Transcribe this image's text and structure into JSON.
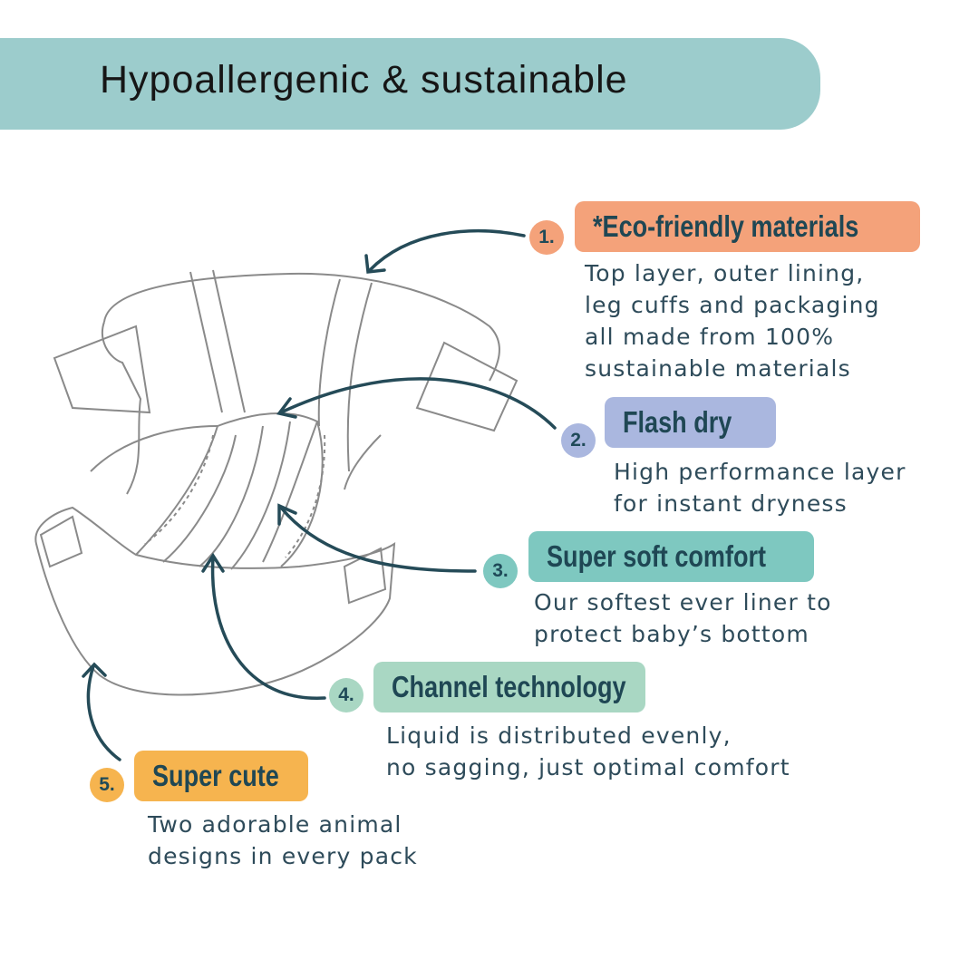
{
  "header": {
    "title": "Hypoallergenic & sustainable"
  },
  "features": [
    {
      "number": "1.",
      "title": "*Eco-friendly materials",
      "color": "#f4a27a",
      "lines": [
        "Top layer, outer lining,",
        "leg cuffs and packaging",
        "all made from 100%",
        "sustainable materials"
      ]
    },
    {
      "number": "2.",
      "title": "Flash dry",
      "color": "#aab7df",
      "lines": [
        "High performance layer",
        "for instant dryness"
      ]
    },
    {
      "number": "3.",
      "title": "Super soft comfort",
      "color": "#7ec8c0",
      "lines": [
        "Our softest ever liner to",
        "protect baby’s bottom"
      ]
    },
    {
      "number": "4.",
      "title": "Channel technology",
      "color": "#a9d7c3",
      "lines": [
        "Liquid is distributed evenly,",
        "no sagging, just optimal comfort"
      ]
    },
    {
      "number": "5.",
      "title": "Super cute",
      "color": "#f6b44f",
      "lines": [
        "Two adorable animal",
        "designs in every pack"
      ]
    }
  ],
  "colors": {
    "banner": "#9ccccc",
    "arrow": "#254b58",
    "outline": "#8a8a8a"
  }
}
